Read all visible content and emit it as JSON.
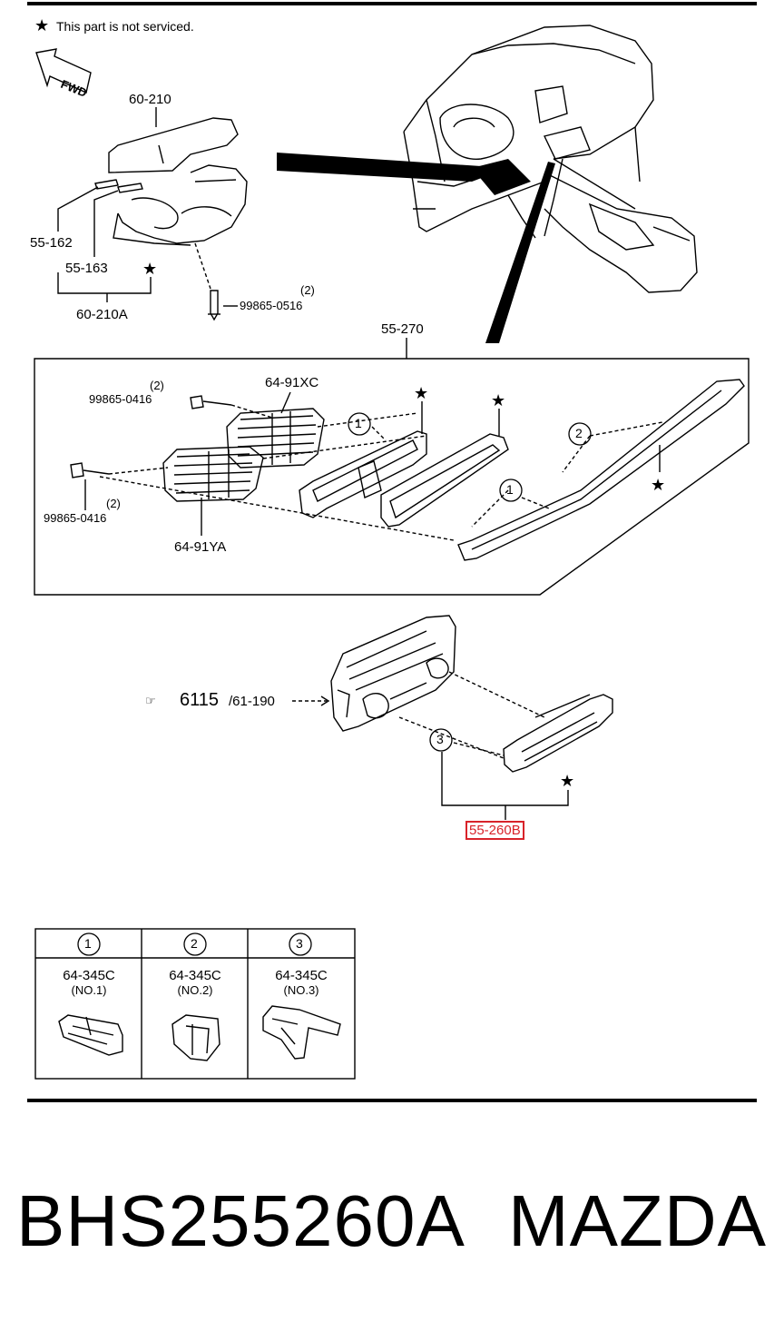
{
  "note": {
    "icon": "star-icon",
    "text": "This part is not serviced."
  },
  "direction_badge": "FWD",
  "upper_labels": {
    "column_cover": "60-210",
    "seal_a": "55-162",
    "seal_b": "55-163",
    "assembly": "60-210A",
    "screw_qty": "(2)",
    "screw_part": "99865-0516"
  },
  "panel": {
    "assembly": "55-270",
    "vent_right": "64-91XC",
    "vent_left": "64-91YA",
    "screw_top_qty": "(2)",
    "screw_top_part": "99865-0416",
    "screw_bottom_qty": "(2)",
    "screw_bottom_part": "99865-0416",
    "clip_ref_1": "1",
    "clip_ref_2": "2",
    "clip_ref_1b": "1"
  },
  "climate": {
    "ref_main": "6115",
    "ref_sub": "/61-190",
    "clip_ref_3": "3",
    "bezel_highlight": "55-260B",
    "highlight_color": "#d8232a"
  },
  "clip_table": [
    {
      "num": "1",
      "part": "64-345C",
      "variant": "(NO.1)"
    },
    {
      "num": "2",
      "part": "64-345C",
      "variant": "(NO.2)"
    },
    {
      "num": "3",
      "part": "64-345C",
      "variant": "(NO.3)"
    }
  ],
  "caption": {
    "part_number": "BHS255260A",
    "brand": "MAZDA"
  }
}
